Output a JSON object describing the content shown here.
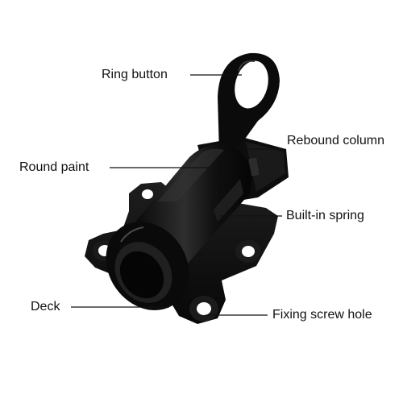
{
  "labels": {
    "ring_button": "Ring button",
    "rebound_column": "Rebound column",
    "round_paint": "Round paint",
    "builtin_spring": "Built-in spring",
    "deck": "Deck",
    "fixing_screw_hole": "Fixing screw hole"
  },
  "colors": {
    "body": "#0c0c0c",
    "highlight": "#3a3a3a",
    "leader_line": "#111111",
    "background": "#ffffff"
  }
}
